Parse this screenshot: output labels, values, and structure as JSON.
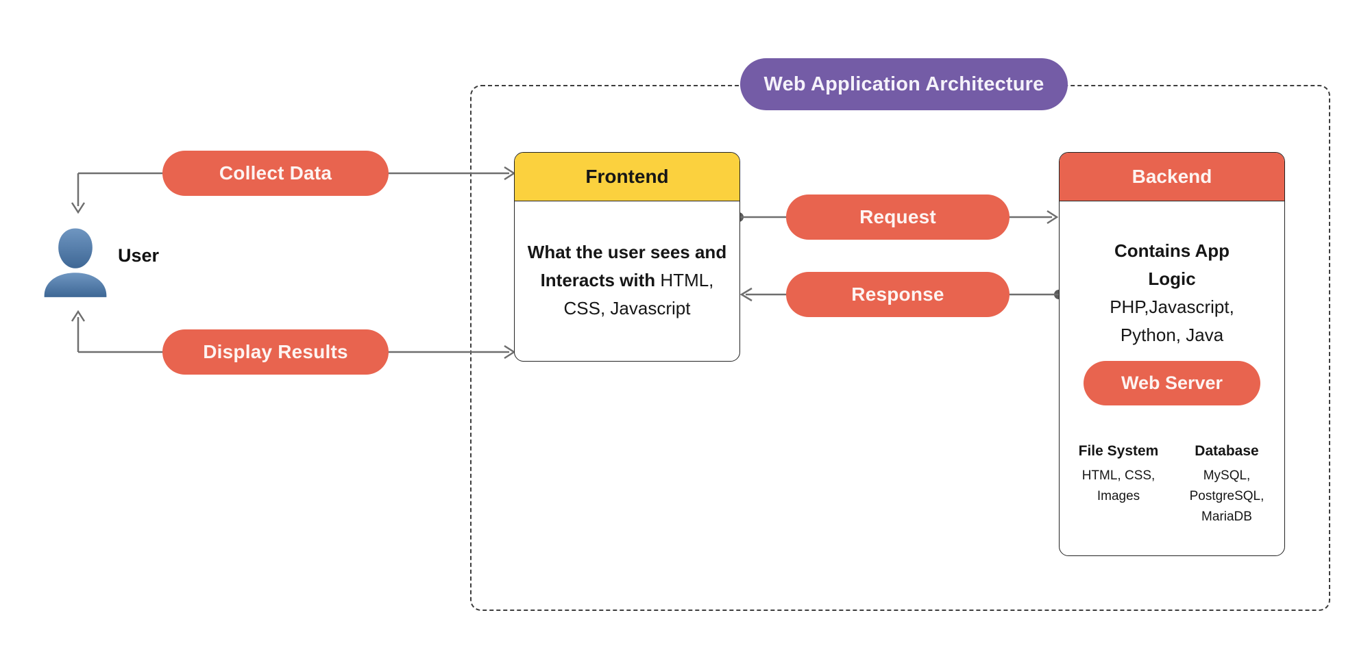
{
  "diagram": {
    "title": "Web Application Architecture",
    "user_label": "User",
    "connectors": {
      "collect_data": "Collect Data",
      "display_results": "Display Results",
      "request": "Request",
      "response": "Response"
    },
    "frontend": {
      "title": "Frontend",
      "desc_bold": "What the user sees and Interacts with",
      "desc_regular": "HTML, CSS, Javascript"
    },
    "backend": {
      "title": "Backend",
      "desc_bold": "Contains App Logic",
      "desc_regular": "PHP,Javascript, Python, Java",
      "web_server_label": "Web Server",
      "file_system_title": "File System",
      "file_system_items": "HTML, CSS, Images",
      "database_title": "Database",
      "database_items": "MySQL, PostgreSQL, MariaDB"
    },
    "colors": {
      "accent_coral": "#E8644F",
      "accent_yellow": "#FBD13E",
      "accent_purple": "#745CA6",
      "user_icon_blue": "#4F7BA7",
      "connector_gray": "#6E6E6E"
    }
  }
}
